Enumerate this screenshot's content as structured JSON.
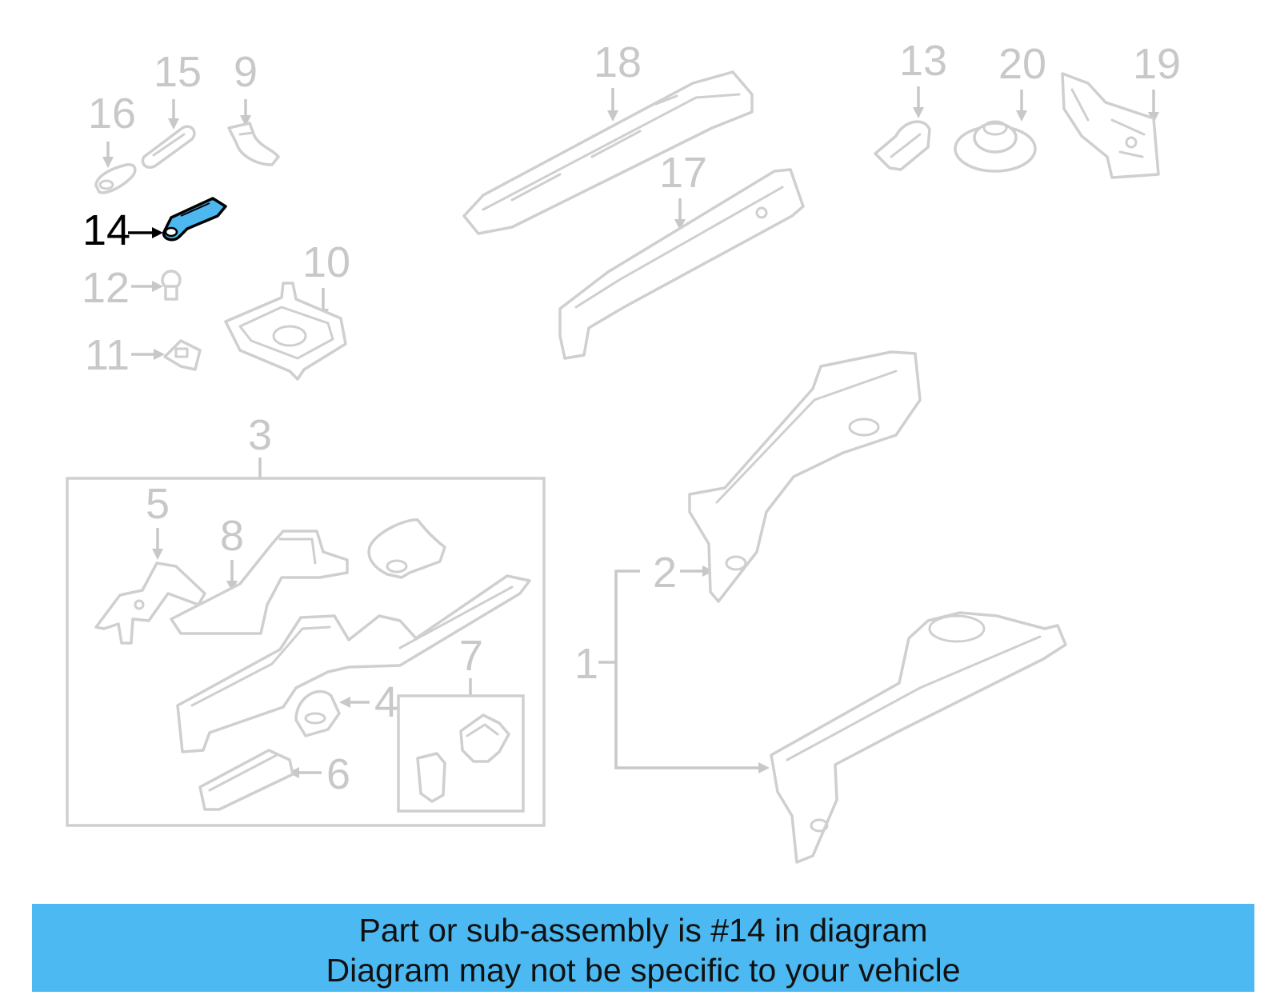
{
  "callouts": {
    "c1": "1",
    "c2": "2",
    "c3": "3",
    "c4": "4",
    "c5": "5",
    "c6": "6",
    "c7": "7",
    "c8": "8",
    "c9": "9",
    "c10": "10",
    "c11": "11",
    "c12": "12",
    "c13": "13",
    "c14": "14",
    "c15": "15",
    "c16": "16",
    "c17": "17",
    "c18": "18",
    "c19": "19",
    "c20": "20"
  },
  "highlighted_part": "14",
  "banner": {
    "line1": "Part or sub-assembly is #14 in diagram",
    "line2": "Diagram may not be specific to your vehicle"
  },
  "colors": {
    "banner": "#4cb9f2",
    "highlight_part": "#4db8ef",
    "inactive": "#c8c8c8",
    "active": "#000000"
  }
}
